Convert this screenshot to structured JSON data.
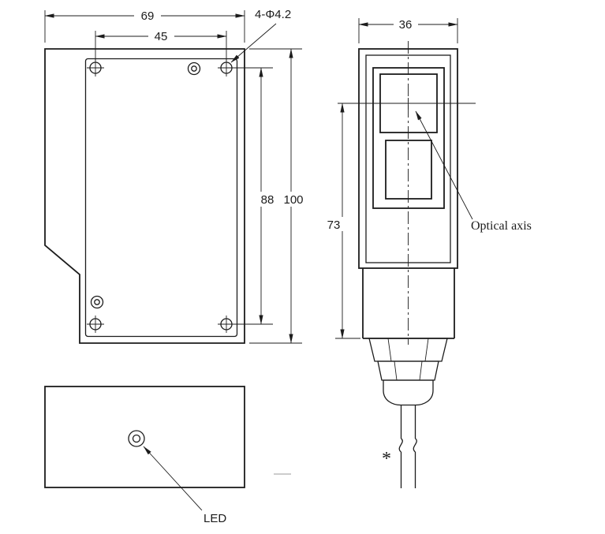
{
  "views": {
    "side_view": {
      "dim_width_outer": "69",
      "dim_width_holes": "45",
      "hole_callout": "4-Φ4.2",
      "dim_height_holes": "88",
      "dim_height_outer": "100"
    },
    "front_view": {
      "dim_width": "36",
      "dim_height": "73",
      "optical_axis_label": "Optical axis",
      "cable_note": "*"
    },
    "bottom_view": {
      "led_label": "LED"
    }
  },
  "colors": {
    "line": "#1c1c1c",
    "background": "#ffffff"
  }
}
